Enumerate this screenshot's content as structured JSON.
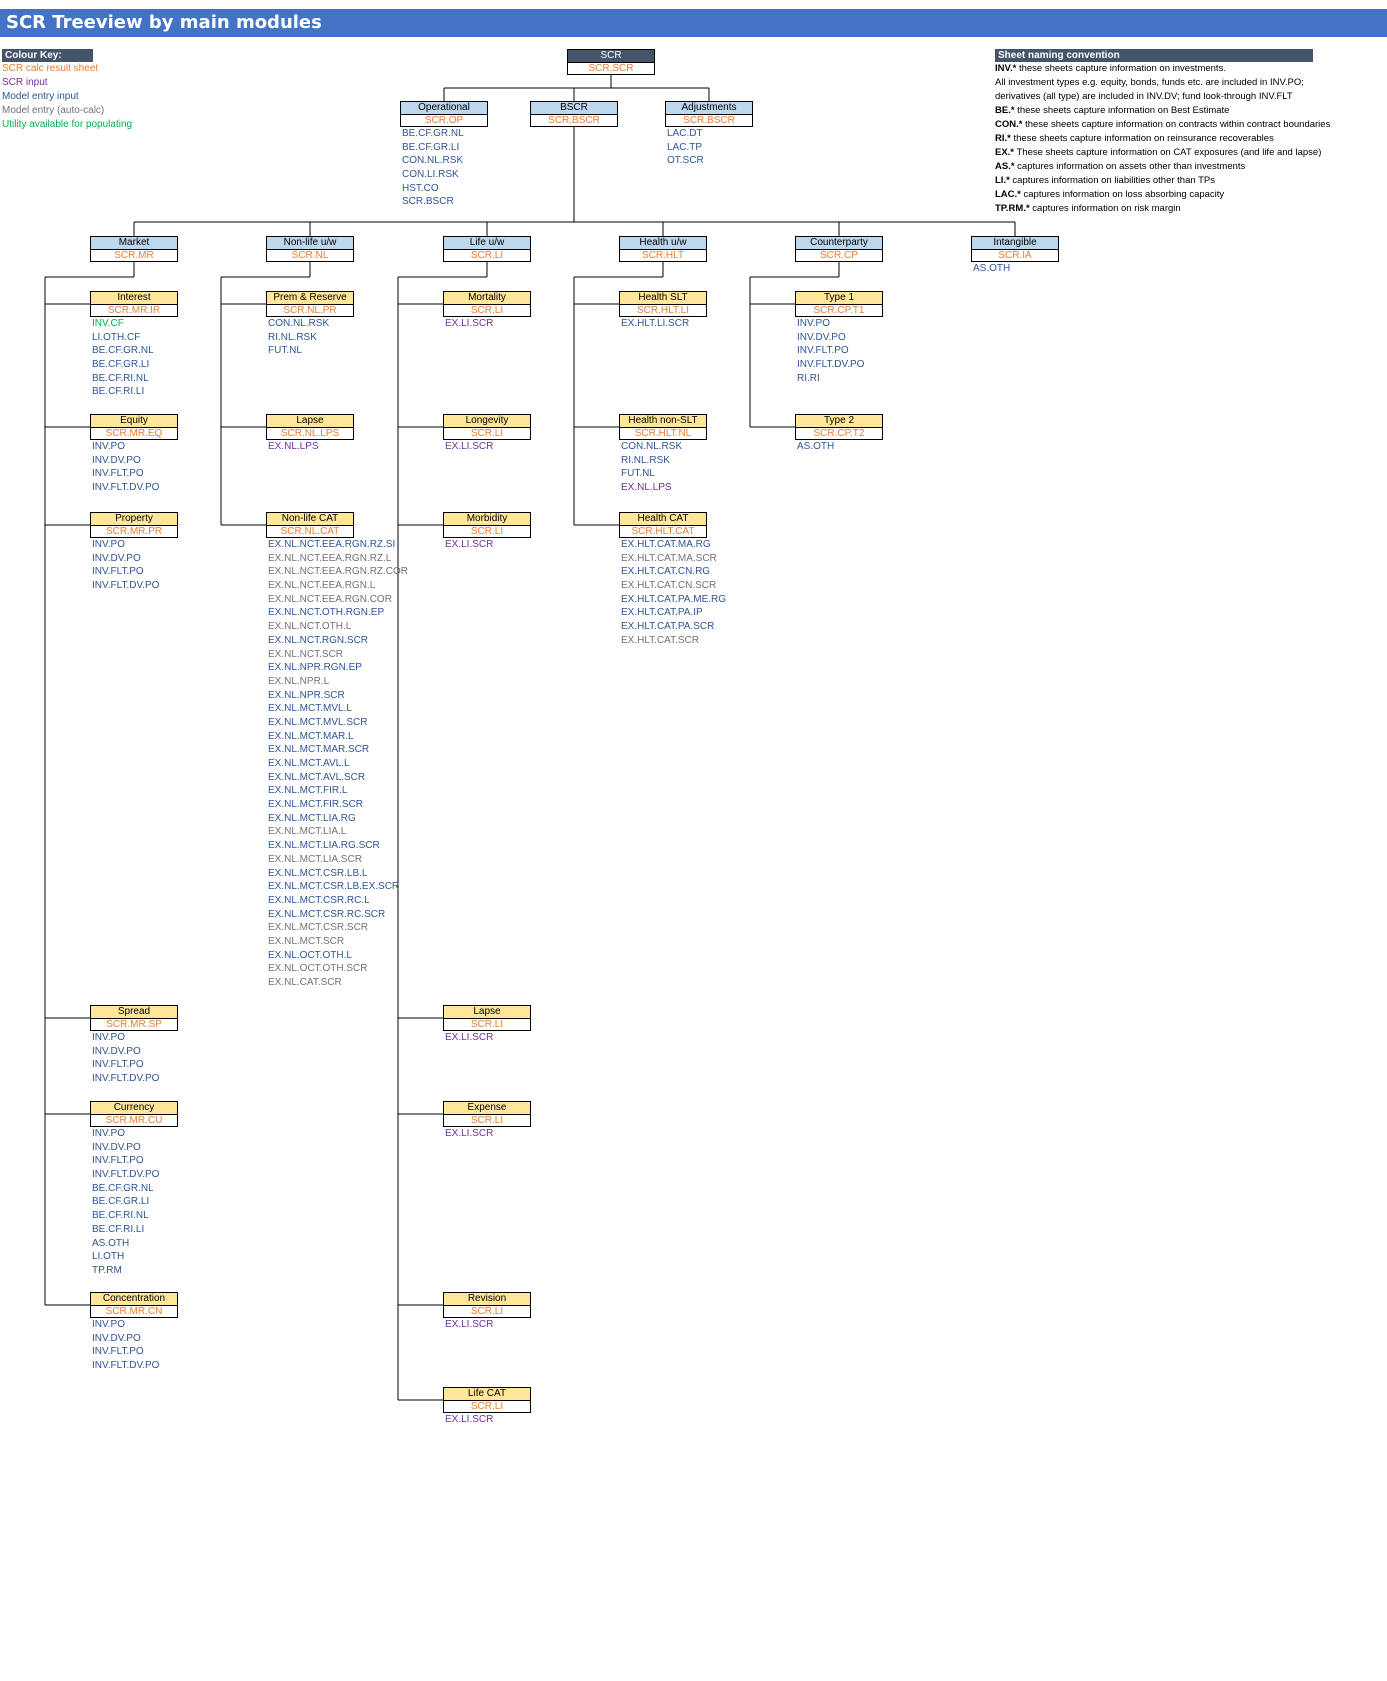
{
  "title": "SCR Treeview by main modules",
  "colour_key": {
    "header": "Colour Key:",
    "items": [
      {
        "text": "SCR calc result sheet",
        "cls": "k-calc"
      },
      {
        "text": "SCR input",
        "cls": "k-scr"
      },
      {
        "text": "Model entry input",
        "cls": "k-model"
      },
      {
        "text": "Model entry (auto-calc)",
        "cls": "k-auto"
      },
      {
        "text": "Utility available for populating",
        "cls": "k-util"
      }
    ]
  },
  "naming_convention": {
    "header": "Sheet naming convention",
    "rows": [
      {
        "prefix": "INV.*",
        "text": " these sheets capture information on investments."
      },
      {
        "prefix": "",
        "text": "All investment types e.g. equity, bonds, funds etc. are included in INV.PO;"
      },
      {
        "prefix": "",
        "text": "derivatives (all type) are included in INV.DV; fund look-through INV.FLT"
      },
      {
        "prefix": "BE.*",
        "text": " these sheets capture information on Best Estimate"
      },
      {
        "prefix": "CON.*",
        "text": " these sheets capture information on contracts within contract boundaries"
      },
      {
        "prefix": "RI.*",
        "text": " these sheets capture information on reinsurance recoverables"
      },
      {
        "prefix": "EX.*",
        "text": " These sheets capture information on CAT exposures (and life and lapse)"
      },
      {
        "prefix": "AS.*",
        "text": " captures information on assets other than investments"
      },
      {
        "prefix": "LI.*",
        "text": " captures information on liabilities other than TPs"
      },
      {
        "prefix": "LAC.*",
        "text": " captures information on loss absorbing capacity"
      },
      {
        "prefix": "TP.RM.*",
        "text": " captures information on risk margin"
      }
    ]
  },
  "nodes": [
    {
      "id": "scr",
      "level": "root",
      "name": "SCR",
      "code": "SCR.SCR",
      "sheets": []
    },
    {
      "id": "operational",
      "level": "blue",
      "name": "Operational",
      "code": "SCR.OP",
      "sheets": [
        [
          "BE.CF.GR.NL",
          "k-model"
        ],
        [
          "BE.CF.GR.LI",
          "k-model"
        ],
        [
          "CON.NL.RSK",
          "k-model"
        ],
        [
          "CON.LI.RSK",
          "k-model"
        ],
        [
          "HST.CO",
          "k-model"
        ],
        [
          "SCR.BSCR",
          "k-model"
        ]
      ]
    },
    {
      "id": "bscr",
      "level": "blue",
      "name": "BSCR",
      "code": "SCR.BSCR",
      "sheets": []
    },
    {
      "id": "adjustments",
      "level": "blue",
      "name": "Adjustments",
      "code": "SCR.BSCR",
      "sheets": [
        [
          "LAC.DT",
          "k-model"
        ],
        [
          "LAC.TP",
          "k-model"
        ],
        [
          "OT.SCR",
          "k-model"
        ]
      ]
    },
    {
      "id": "market",
      "level": "blue",
      "name": "Market",
      "code": "SCR.MR",
      "sheets": []
    },
    {
      "id": "nonlife",
      "level": "blue",
      "name": "Non-life u/w",
      "code": "SCR.NL",
      "sheets": []
    },
    {
      "id": "life",
      "level": "blue",
      "name": "Life u/w",
      "code": "SCR.LI",
      "sheets": []
    },
    {
      "id": "health",
      "level": "blue",
      "name": "Health u/w",
      "code": "SCR.HLT",
      "sheets": []
    },
    {
      "id": "counterparty",
      "level": "blue",
      "name": "Counterparty",
      "code": "SCR.CP",
      "sheets": []
    },
    {
      "id": "intangible",
      "level": "blue",
      "name": "Intangible",
      "code": "SCR.IA",
      "sheets": [
        [
          "AS.OTH",
          "k-model"
        ]
      ]
    },
    {
      "id": "interest",
      "level": "yellow",
      "name": "Interest",
      "code": "SCR.MR.IR",
      "sheets": [
        [
          "INV.CF",
          "k-util"
        ],
        [
          "LI.OTH.CF",
          "k-model"
        ],
        [
          "BE.CF.GR.NL",
          "k-model"
        ],
        [
          "BE.CF.GR.LI",
          "k-model"
        ],
        [
          "BE.CF.RI.NL",
          "k-model"
        ],
        [
          "BE.CF.RI.LI",
          "k-model"
        ]
      ]
    },
    {
      "id": "equity",
      "level": "yellow",
      "name": "Equity",
      "code": "SCR.MR.EQ",
      "sheets": [
        [
          "INV.PO",
          "k-model"
        ],
        [
          "INV.DV.PO",
          "k-model"
        ],
        [
          "INV.FLT.PO",
          "k-model"
        ],
        [
          "INV.FLT.DV.PO",
          "k-model"
        ]
      ]
    },
    {
      "id": "property",
      "level": "yellow",
      "name": "Property",
      "code": "SCR.MR.PR",
      "sheets": [
        [
          "INV.PO",
          "k-model"
        ],
        [
          "INV.DV.PO",
          "k-model"
        ],
        [
          "INV.FLT.PO",
          "k-model"
        ],
        [
          "INV.FLT.DV.PO",
          "k-model"
        ]
      ]
    },
    {
      "id": "spread",
      "level": "yellow",
      "name": "Spread",
      "code": "SCR.MR.SP",
      "sheets": [
        [
          "INV.PO",
          "k-model"
        ],
        [
          "INV.DV.PO",
          "k-model"
        ],
        [
          "INV.FLT.PO",
          "k-model"
        ],
        [
          "INV.FLT.DV.PO",
          "k-model"
        ]
      ]
    },
    {
      "id": "currency",
      "level": "yellow",
      "name": "Currency",
      "code": "SCR.MR.CU",
      "sheets": [
        [
          "INV.PO",
          "k-model"
        ],
        [
          "INV.DV.PO",
          "k-model"
        ],
        [
          "INV.FLT.PO",
          "k-model"
        ],
        [
          "INV.FLT.DV.PO",
          "k-model"
        ],
        [
          "BE.CF.GR.NL",
          "k-model"
        ],
        [
          "BE.CF.GR.LI",
          "k-model"
        ],
        [
          "BE.CF.RI.NL",
          "k-model"
        ],
        [
          "BE.CF.RI.LI",
          "k-model"
        ],
        [
          "AS.OTH",
          "k-model"
        ],
        [
          "LI.OTH",
          "k-model"
        ],
        [
          "TP.RM",
          "k-model"
        ]
      ]
    },
    {
      "id": "concentration",
      "level": "yellow",
      "name": "Concentration",
      "code": "SCR.MR.CN",
      "sheets": [
        [
          "INV.PO",
          "k-model"
        ],
        [
          "INV.DV.PO",
          "k-model"
        ],
        [
          "INV.FLT.PO",
          "k-model"
        ],
        [
          "INV.FLT.DV.PO",
          "k-model"
        ]
      ]
    },
    {
      "id": "premreserve",
      "level": "yellow",
      "name": "Prem & Reserve",
      "code": "SCR.NL.PR",
      "sheets": [
        [
          "CON.NL.RSK",
          "k-model"
        ],
        [
          "RI.NL.RSK",
          "k-model"
        ],
        [
          "FUT.NL",
          "k-model"
        ]
      ]
    },
    {
      "id": "nllapse",
      "level": "yellow",
      "name": "Lapse",
      "code": "SCR.NL.LPS",
      "sheets": [
        [
          "EX.NL.LPS",
          "k-scr"
        ]
      ]
    },
    {
      "id": "nlcat",
      "level": "yellow",
      "name": "Non-life CAT",
      "code": "SCR.NL.CAT",
      "sheets": [
        [
          "EX.NL.NCT.EEA.RGN.RZ.SI",
          "k-model"
        ],
        [
          "EX.NL.NCT.EEA.RGN.RZ.L",
          "k-auto"
        ],
        [
          "EX.NL.NCT.EEA.RGN.RZ.COR",
          "k-auto"
        ],
        [
          "EX.NL.NCT.EEA.RGN.L",
          "k-auto"
        ],
        [
          "EX.NL.NCT.EEA.RGN.COR",
          "k-auto"
        ],
        [
          "EX.NL.NCT.OTH.RGN.EP",
          "k-model"
        ],
        [
          "EX.NL.NCT.OTH.L",
          "k-auto"
        ],
        [
          "EX.NL.NCT.RGN.SCR",
          "k-model"
        ],
        [
          "EX.NL.NCT.SCR",
          "k-auto"
        ],
        [
          "EX.NL.NPR.RGN.EP",
          "k-model"
        ],
        [
          "EX.NL.NPR.L",
          "k-auto"
        ],
        [
          "EX.NL.NPR.SCR",
          "k-model"
        ],
        [
          "EX.NL.MCT.MVL.L",
          "k-model"
        ],
        [
          "EX.NL.MCT.MVL.SCR",
          "k-model"
        ],
        [
          "EX.NL.MCT.MAR.L",
          "k-model"
        ],
        [
          "EX.NL.MCT.MAR.SCR",
          "k-model"
        ],
        [
          "EX.NL.MCT.AVL.L",
          "k-model"
        ],
        [
          "EX.NL.MCT.AVL.SCR",
          "k-model"
        ],
        [
          "EX.NL.MCT.FIR.L",
          "k-model"
        ],
        [
          "EX.NL.MCT.FIR.SCR",
          "k-model"
        ],
        [
          "EX.NL.MCT.LIA.RG",
          "k-model"
        ],
        [
          "EX.NL.MCT.LIA.L",
          "k-auto"
        ],
        [
          "EX.NL.MCT.LIA.RG.SCR",
          "k-model"
        ],
        [
          "EX.NL.MCT.LIA.SCR",
          "k-auto"
        ],
        [
          "EX.NL.MCT.CSR.LB.L",
          "k-model"
        ],
        [
          "EX.NL.MCT.CSR.LB.EX.SCR",
          "k-model"
        ],
        [
          "EX.NL.MCT.CSR.RC.L",
          "k-model"
        ],
        [
          "EX.NL.MCT.CSR.RC.SCR",
          "k-model"
        ],
        [
          "EX.NL.MCT.CSR.SCR",
          "k-auto"
        ],
        [
          "EX.NL.MCT.SCR",
          "k-auto"
        ],
        [
          "EX.NL.OCT.OTH.L",
          "k-model"
        ],
        [
          "EX.NL.OCT.OTH.SCR",
          "k-auto"
        ],
        [
          "EX.NL.CAT.SCR",
          "k-auto"
        ]
      ]
    },
    {
      "id": "mortality",
      "level": "yellow",
      "name": "Mortality",
      "code": "SCR.LI",
      "sheets": [
        [
          "EX.LI.SCR",
          "k-scr"
        ]
      ]
    },
    {
      "id": "longevity",
      "level": "yellow",
      "name": "Longevity",
      "code": "SCR.LI",
      "sheets": [
        [
          "EX.LI.SCR",
          "k-scr"
        ]
      ]
    },
    {
      "id": "morbidity",
      "level": "yellow",
      "name": "Morbidity",
      "code": "SCR.LI",
      "sheets": [
        [
          "EX.LI.SCR",
          "k-scr"
        ]
      ]
    },
    {
      "id": "lilapse",
      "level": "yellow",
      "name": "Lapse",
      "code": "SCR.LI",
      "sheets": [
        [
          "EX.LI.SCR",
          "k-scr"
        ]
      ]
    },
    {
      "id": "expense",
      "level": "yellow",
      "name": "Expense",
      "code": "SCR.LI",
      "sheets": [
        [
          "EX.LI.SCR",
          "k-scr"
        ]
      ]
    },
    {
      "id": "revision",
      "level": "yellow",
      "name": "Revision",
      "code": "SCR.LI",
      "sheets": [
        [
          "EX.LI.SCR",
          "k-scr"
        ]
      ]
    },
    {
      "id": "lifecat",
      "level": "yellow",
      "name": "Life CAT",
      "code": "SCR.LI",
      "sheets": [
        [
          "EX.LI.SCR",
          "k-scr"
        ]
      ]
    },
    {
      "id": "healthslt",
      "level": "yellow",
      "name": "Health SLT",
      "code": "SCR.HLT.LI",
      "sheets": [
        [
          "EX.HLT.LI.SCR",
          "k-model"
        ]
      ]
    },
    {
      "id": "healthnonslt",
      "level": "yellow",
      "name": "Health non-SLT",
      "code": "SCR.HLT.NL",
      "sheets": [
        [
          "CON.NL.RSK",
          "k-model"
        ],
        [
          "RI.NL.RSK",
          "k-model"
        ],
        [
          "FUT.NL",
          "k-model"
        ],
        [
          "EX.NL.LPS",
          "k-scr"
        ]
      ]
    },
    {
      "id": "healthcat",
      "level": "yellow",
      "name": "Health CAT",
      "code": "SCR.HLT.CAT",
      "sheets": [
        [
          "EX.HLT.CAT.MA.RG",
          "k-model"
        ],
        [
          "EX.HLT.CAT.MA.SCR",
          "k-auto"
        ],
        [
          "EX.HLT.CAT.CN.RG",
          "k-model"
        ],
        [
          "EX.HLT.CAT.CN.SCR",
          "k-auto"
        ],
        [
          "EX.HLT.CAT.PA.ME.RG",
          "k-model"
        ],
        [
          "EX.HLT.CAT.PA.IP",
          "k-model"
        ],
        [
          "EX.HLT.CAT.PA.SCR",
          "k-model"
        ],
        [
          "EX.HLT.CAT.SCR",
          "k-auto"
        ]
      ]
    },
    {
      "id": "type1",
      "level": "yellow",
      "name": "Type 1",
      "code": "SCR.CP.T1",
      "sheets": [
        [
          "INV.PO",
          "k-model"
        ],
        [
          "INV.DV.PO",
          "k-model"
        ],
        [
          "INV.FLT.PO",
          "k-model"
        ],
        [
          "INV.FLT.DV.PO",
          "k-model"
        ],
        [
          "RI.RI",
          "k-model"
        ]
      ]
    },
    {
      "id": "type2",
      "level": "yellow",
      "name": "Type 2",
      "code": "SCR.CP.T2",
      "sheets": [
        [
          "AS.OTH",
          "k-model"
        ]
      ]
    }
  ]
}
